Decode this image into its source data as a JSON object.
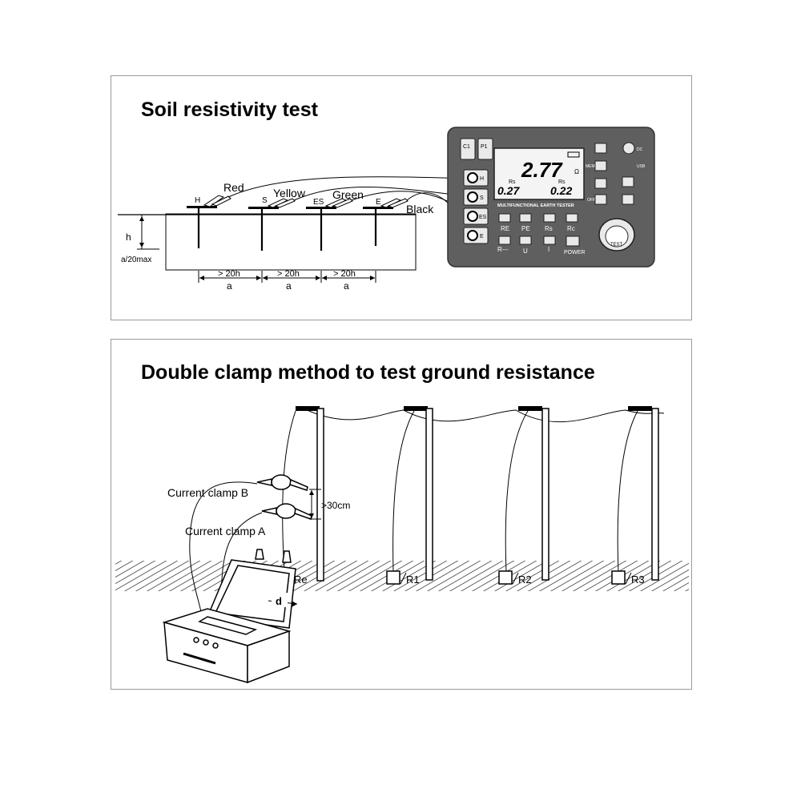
{
  "panel1": {
    "title": "Soil resistivity test",
    "wires": {
      "red": "Red",
      "yellow": "Yellow",
      "green": "Green",
      "black": "Black"
    },
    "probes": {
      "h": "H",
      "s": "S",
      "es": "ES",
      "e": "E"
    },
    "depth": {
      "h": "h",
      "max": "a/20max"
    },
    "spacing": [
      {
        "top": "> 20h",
        "bottom": "a"
      },
      {
        "top": "> 20h",
        "bottom": "a"
      },
      {
        "top": "> 20h",
        "bottom": "a"
      }
    ],
    "tester": {
      "main_reading": "2.77",
      "main_unit": "Ω",
      "sub_left_label": "Rs",
      "sub_left_value": "0.27",
      "sub_right_label": "Rs",
      "sub_right_value": "0.22",
      "sub_unit": "Ω",
      "model_text": "MULTIFUNCTIONAL EARTH TESTER",
      "terminals": [
        "C1",
        "P1"
      ],
      "jacks": [
        "H",
        "S",
        "ES",
        "E"
      ],
      "side_labels": {
        "mem": "MEM",
        "light": "",
        "off": "OFF",
        "dc": "DC",
        "usb": "USB"
      },
      "func_row1": [
        "RE",
        "PE",
        "Rs",
        "Rc"
      ],
      "func_row2": [
        "R---",
        "U",
        "I"
      ],
      "power": "POWER",
      "test": "TEST"
    },
    "colors": {
      "tester_body": "#5f5f5f",
      "tester_face": "#e9e9e9",
      "lcd": "#f4f4f4"
    }
  },
  "panel2": {
    "title": "Double clamp method to test ground resistance",
    "clamp_b": "Current clamp B",
    "clamp_a": "Current clamp A",
    "distance": ">30cm",
    "gap": "d",
    "electrodes": [
      "Re",
      "R1",
      "R2",
      "R3"
    ]
  }
}
